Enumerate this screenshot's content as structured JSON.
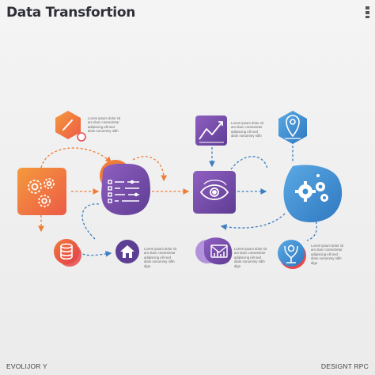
{
  "title": "Data Transfortion",
  "footer": {
    "left": "EVOLIJOR Y",
    "right": "DESIGNT RPC"
  },
  "captions": {
    "pencil": [
      "Lorem ipsum dolor sit",
      "am dusc consectetur",
      "adipiscing elit sed",
      "diam nonummy nibh"
    ],
    "chart": [
      "Lorem ipsum dolor sit",
      "am dusc consectetur",
      "adipiscing elit sed",
      "diam nonummy nibh"
    ],
    "house": [
      "Lorem ipsum dolor sit",
      "am dusc consectetur",
      "adipiscing elit sed",
      "diam nonummy nibh",
      "dign"
    ],
    "letter": [
      "Lorem ipsum dolor sit",
      "am dusc consectetur",
      "adipiscing elit sed",
      "diam nonummy nibh",
      "dign"
    ],
    "person": [
      "Lorem ipsum dolor sit",
      "am dusc consectetur",
      "adipiscing elit sed",
      "diam nonummy nibh",
      "dign"
    ]
  },
  "colors": {
    "orange": "#f07c3a",
    "red": "#e8484a",
    "purple": "#7a52a8",
    "blue": "#3a8fd0",
    "arrow_orange": "#ef7d35",
    "arrow_blue": "#3d7fc0"
  },
  "icons": [
    "pencil-icon",
    "gears-icon",
    "data-list-icon",
    "database-icon",
    "house-icon",
    "trend-chart-icon",
    "eye-sync-icon",
    "mail-chart-icon",
    "location-pin-icon",
    "cogs-icon",
    "person-pin-icon"
  ]
}
